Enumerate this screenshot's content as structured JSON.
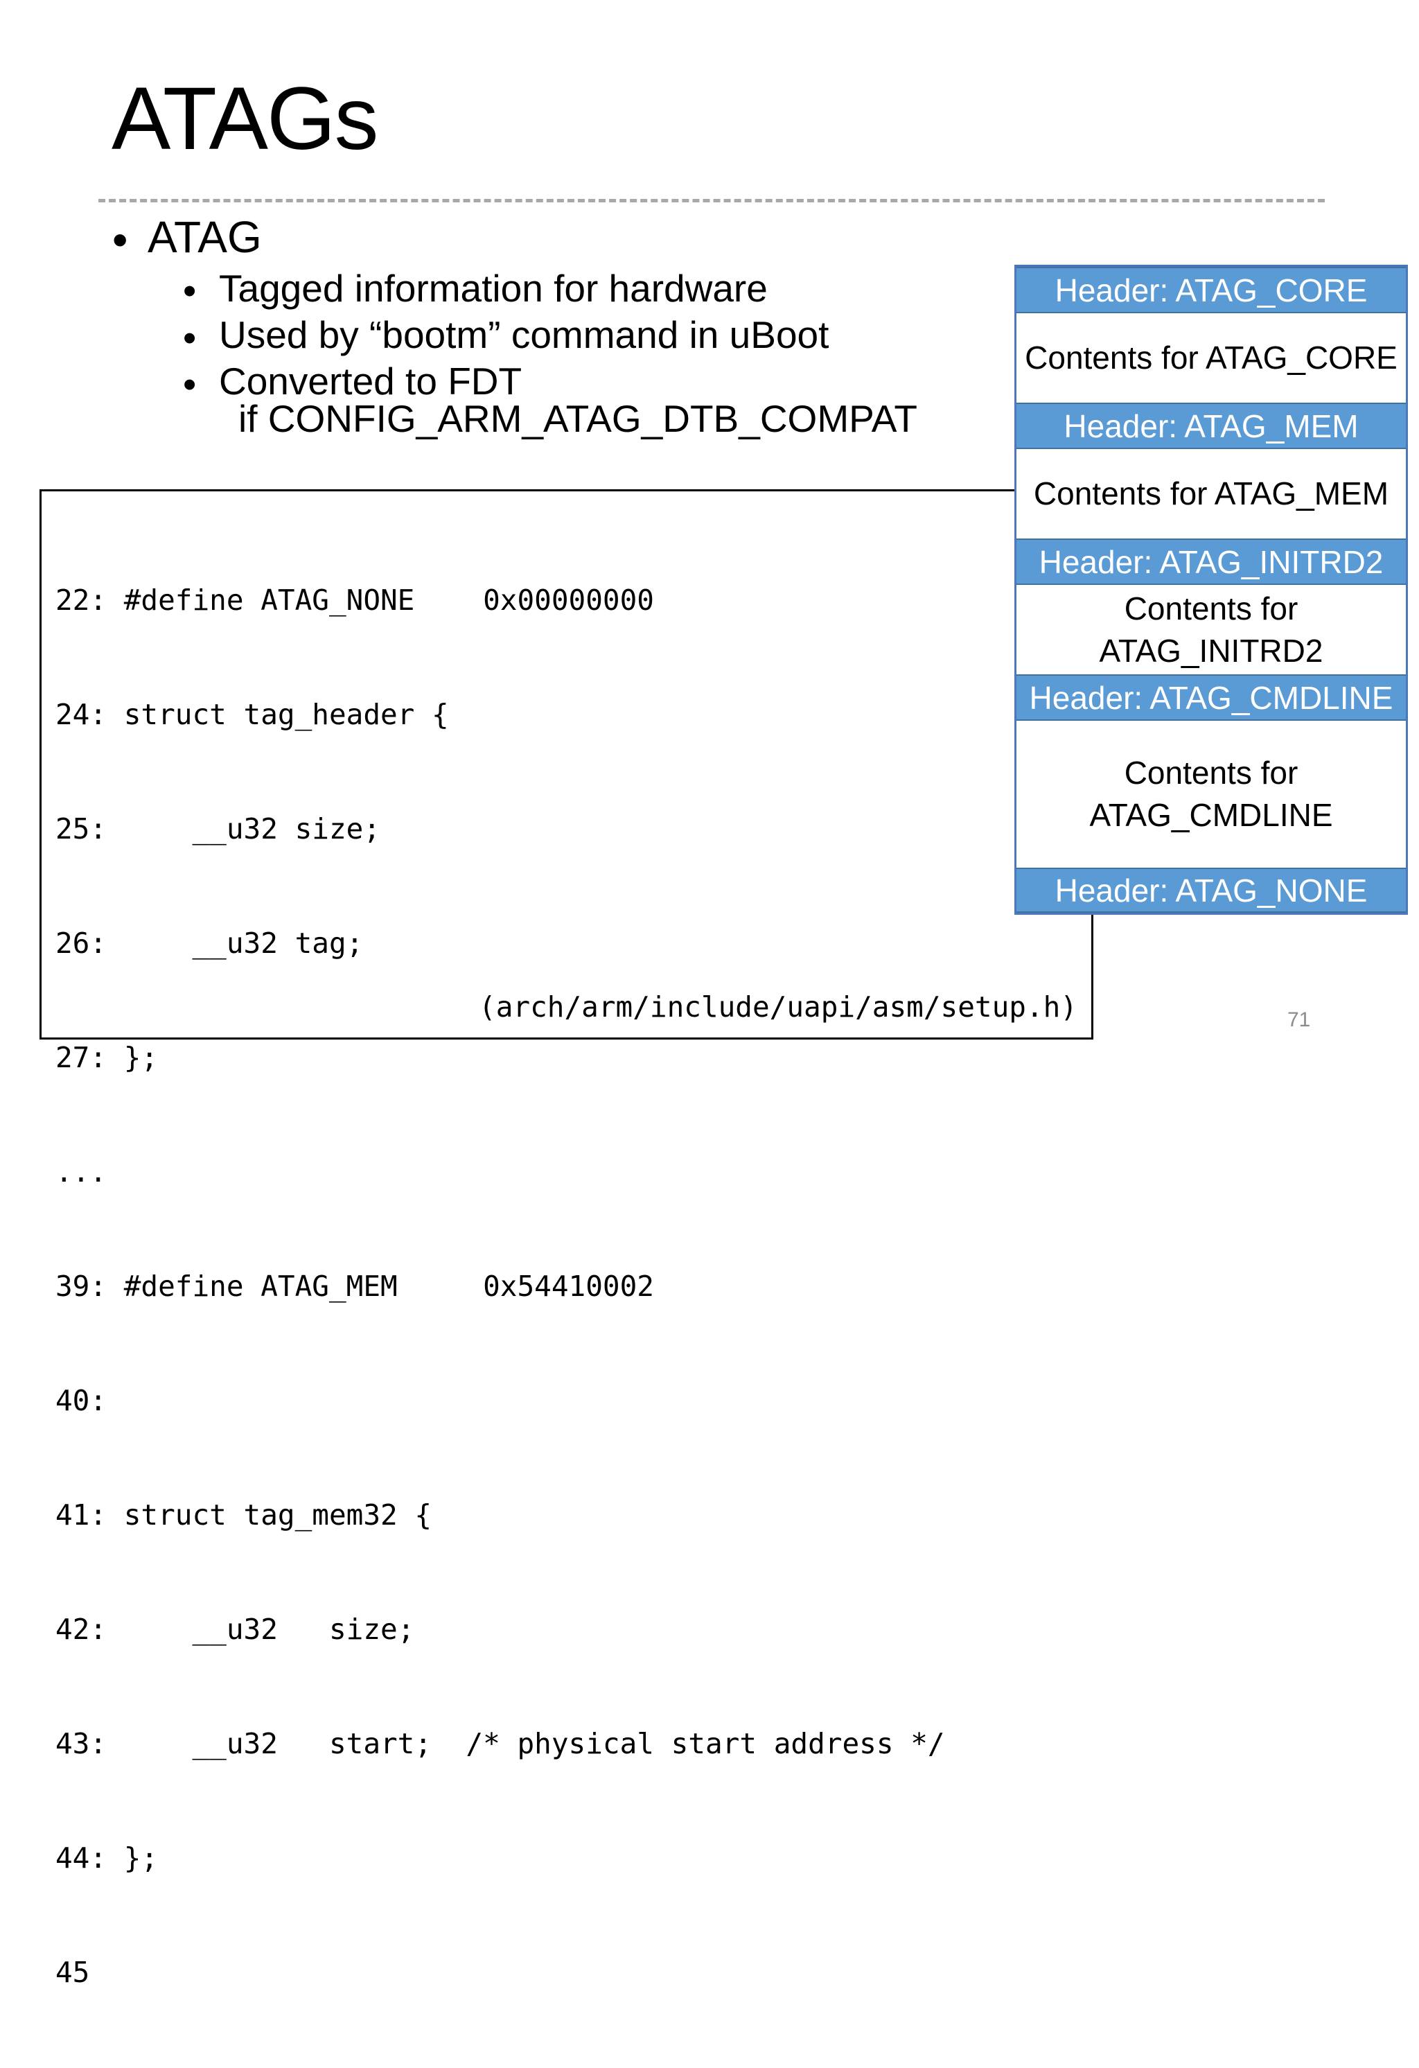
{
  "slide": {
    "title": "ATAGs",
    "page_number": "71"
  },
  "bullets": {
    "level1": "ATAG",
    "level2": [
      "Tagged information for hardware",
      "Used by “bootm” command in uBoot",
      "Converted to FDT"
    ],
    "continuation": "if CONFIG_ARM_ATAG_DTB_COMPAT"
  },
  "code": {
    "lines": [
      "22: #define ATAG_NONE    0x00000000",
      "24: struct tag_header {",
      "25:     __u32 size;",
      "26:     __u32 tag;",
      "27: };",
      "...",
      "39: #define ATAG_MEM     0x54410002",
      "40:",
      "41: struct tag_mem32 {",
      "42:     __u32   size;",
      "43:     __u32   start;  /* physical start address */",
      "44: };",
      "45"
    ],
    "caption": "(arch/arm/include/uapi/asm/setup.h)"
  },
  "atag_stack": {
    "colors": {
      "header_fill": "#5b9bd5",
      "header_text": "#ffffff",
      "border": "#4a78b8"
    },
    "headers": [
      "Header: ATAG_CORE",
      "Header: ATAG_MEM",
      "Header: ATAG_INITRD2",
      "Header: ATAG_CMDLINE",
      "Header: ATAG_NONE"
    ],
    "contents": [
      {
        "line1": "Contents for ATAG_CORE",
        "line2": ""
      },
      {
        "line1": "Contents for ATAG_MEM",
        "line2": ""
      },
      {
        "line1": "Contents for",
        "line2": "ATAG_INITRD2"
      },
      {
        "line1": "Contents for",
        "line2": "ATAG_CMDLINE"
      }
    ]
  }
}
